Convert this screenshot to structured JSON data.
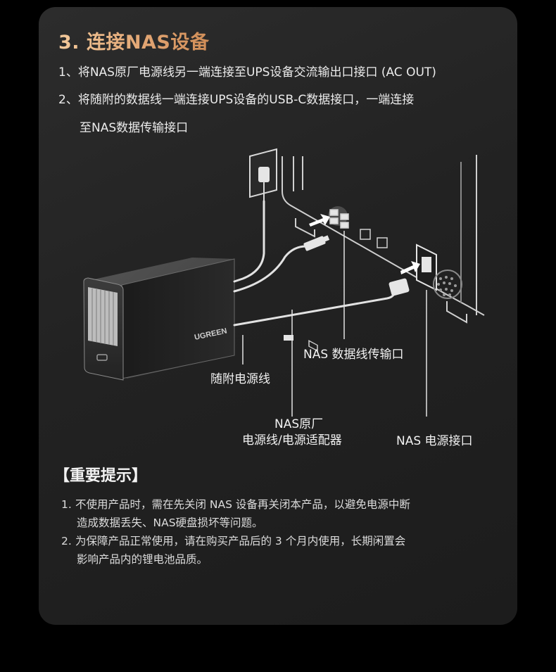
{
  "section": {
    "title": "3. 连接NAS设备",
    "steps": [
      "1、将NAS原厂电源线另一端连接至UPS设备交流输出口接口 (AC  OUT)",
      "2、将随附的数据线一端连接UPS设备的USB-C数据接口，一端连接",
      "至NAS数据传输接口"
    ]
  },
  "diagram": {
    "brand": "UGREEN",
    "labels": {
      "data_port": "NAS 数据线传输口",
      "included_power_cable": "随附电源线",
      "nas_adapter_line1": "NAS原厂",
      "nas_adapter_line2": "电源线/电源适配器",
      "nas_power_port": "NAS 电源接口"
    }
  },
  "tips": {
    "title": "【重要提示】",
    "items": [
      {
        "num": "1.",
        "line1": "不使用产品时，需在先关闭 NAS 设备再关闭本产品，以避免电源中断",
        "line2": "造成数据丢失、NAS硬盘损坏等问题。"
      },
      {
        "num": "2.",
        "line1": "为保障产品正常使用，请在购买产品后的 3 个月内使用，长期闲置会",
        "line2": "影响产品内的锂电池品质。"
      }
    ]
  }
}
